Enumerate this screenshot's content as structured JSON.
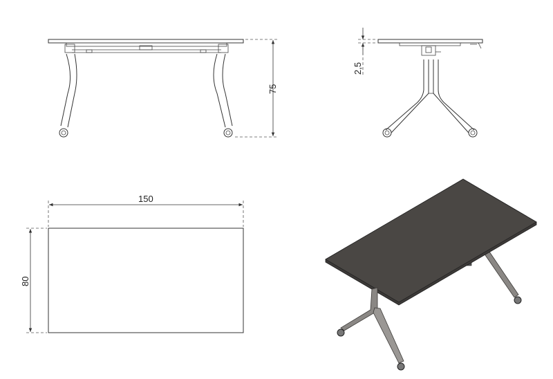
{
  "drawing": {
    "views": [
      "front",
      "side",
      "top",
      "isometric"
    ],
    "dimensions": {
      "height": "75",
      "top_thickness": "2,5",
      "width": "150",
      "depth": "80"
    },
    "colors": {
      "line": "#333333",
      "tabletop_iso": "#4a4744",
      "frame_iso": "#8a8784"
    }
  }
}
